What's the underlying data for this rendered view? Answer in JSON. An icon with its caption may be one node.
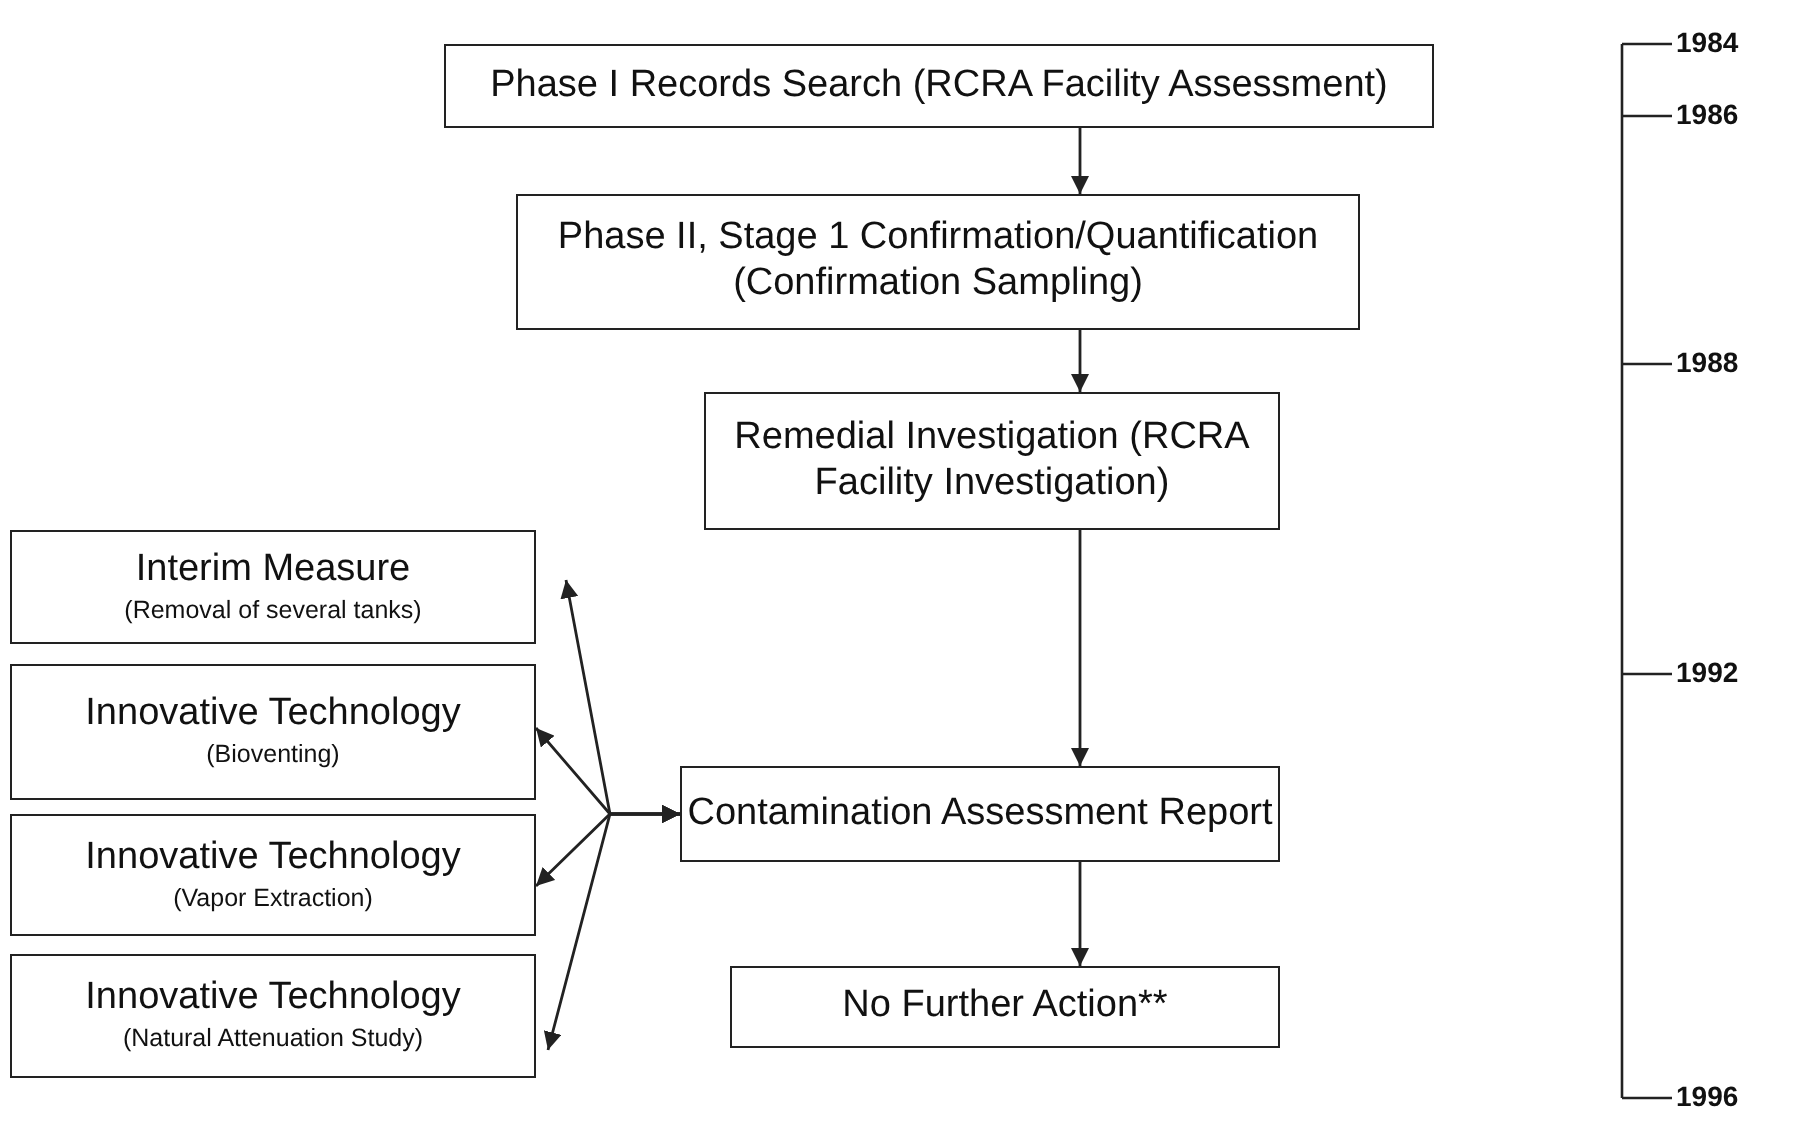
{
  "diagram": {
    "nodes": [
      {
        "text": [
          "Phase I Records Search (RCRA Facility Assessment)"
        ]
      },
      {
        "text": [
          "Phase II, Stage 1 Confirmation/Quantification (Confirmation Sampling)"
        ]
      },
      {
        "text": [
          "Remedial Investigation (RCRA Facility Investigation)"
        ]
      },
      {
        "text": [
          "Interim Measure",
          "(Removal of several tanks)"
        ]
      },
      {
        "text": [
          "Innovative Technology",
          "(Bioventing)"
        ]
      },
      {
        "text": [
          "Innovative Technology",
          "(Vapor Extraction)"
        ]
      },
      {
        "text": [
          "Innovative Technology",
          "(Natural Attenuation Study)"
        ]
      },
      {
        "text": [
          "Contamination Assessment Report"
        ]
      },
      {
        "text": [
          "No Further Action**"
        ]
      }
    ],
    "edges": [
      {
        "from": 0,
        "to": 1,
        "arrow": "to"
      },
      {
        "from": 1,
        "to": 2,
        "arrow": "to"
      },
      {
        "from": 2,
        "to": 7,
        "arrow": "to"
      },
      {
        "from": 7,
        "to": 8,
        "arrow": "to"
      },
      {
        "from": 7,
        "to": 3,
        "arrow": "both"
      },
      {
        "from": 7,
        "to": 4,
        "arrow": "both"
      },
      {
        "from": 7,
        "to": 5,
        "arrow": "both"
      },
      {
        "from": 7,
        "to": 6,
        "arrow": "both"
      }
    ],
    "labels": [
      "1984",
      "1986",
      "1988",
      "1992",
      "1996"
    ]
  }
}
